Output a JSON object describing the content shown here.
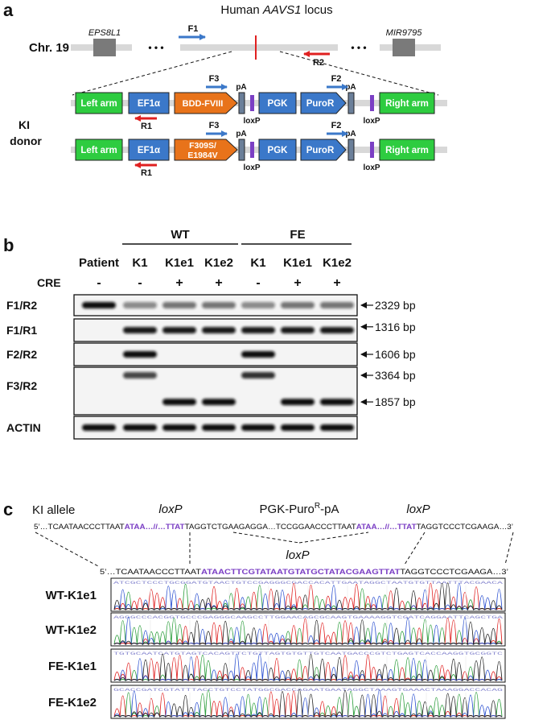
{
  "panel_a": {
    "letter": "a",
    "title_prefix": "Human ",
    "title_gene": "AAVS1",
    "title_suffix": " locus",
    "chr_label": "Chr. 19",
    "gene_left": "EPS8L1",
    "gene_right": "MIR9795",
    "ellipsis": "• • •",
    "primer_f1": "F1",
    "primer_r2": "R2",
    "donor_label": "KI donor",
    "donor1": {
      "left_arm": "Left arm",
      "ef1a": "EF1α",
      "insert_line1": "BDD-FVIII",
      "insert_line2": "",
      "pa1": "pA",
      "loxp1": "loxP",
      "pgk": "PGK",
      "puror": "PuroR",
      "pa2": "pA",
      "loxp2": "loxP",
      "right_arm": "Right arm",
      "f3": "F3",
      "f2": "F2",
      "r1": "R1"
    },
    "donor2": {
      "left_arm": "Left arm",
      "ef1a": "EF1α",
      "insert_line1": "F309S/",
      "insert_line2": "E1984V",
      "pa1": "pA",
      "loxp1": "loxP",
      "pgk": "PGK",
      "puror": "PuroR",
      "pa2": "pA",
      "loxp2": "loxP",
      "right_arm": "Right arm",
      "f3": "F3",
      "f2": "F2",
      "r1": "R1"
    }
  },
  "panel_b": {
    "letter": "b",
    "group_wt": "WT",
    "group_fe": "FE",
    "lanes": [
      "Patient",
      "K1",
      "K1e1",
      "K1e2",
      "K1",
      "K1e1",
      "K1e2"
    ],
    "cre_label": "CRE",
    "cre": [
      "-",
      "-",
      "+",
      "+",
      "-",
      "+",
      "+"
    ],
    "rows": [
      {
        "label": "F1/R2",
        "sizes": [
          "2329 bp"
        ]
      },
      {
        "label": "F1/R1",
        "sizes": [
          "1316 bp"
        ]
      },
      {
        "label": "F2/R2",
        "sizes": [
          "1606 bp"
        ]
      },
      {
        "label": "F3/R2",
        "sizes": [
          "3364 bp",
          "1857 bp"
        ]
      },
      {
        "label": "ACTIN",
        "sizes": []
      }
    ]
  },
  "panel_c": {
    "letter": "c",
    "ki_allele": "KI allele",
    "loxp": "loxP",
    "cassette_pre": "PGK-Puro",
    "cassette_sup": "R",
    "cassette_post": "-pA",
    "seq_top": [
      {
        "t": "5’…TCAATAACCCTTAAT",
        "c": "k"
      },
      {
        "t": "ATAA…//…TTAT",
        "c": "p"
      },
      {
        "t": "TAGGTCTGAAGAGGA…TCCGGAACCCTTAAT",
        "c": "k"
      },
      {
        "t": "ATAA…//…TTAT",
        "c": "p"
      },
      {
        "t": "TAGGTCCCTCGAAGA…3’",
        "c": "k"
      }
    ],
    "seq_bottom": [
      {
        "t": "5’…TCAATAACCCTTAAT",
        "c": "k"
      },
      {
        "t": "ATAACTTCGTATAATGTATGCTATACGAAGTTAT",
        "c": "p"
      },
      {
        "t": "TAGGTCCCTCGAAGA…3’",
        "c": "k"
      }
    ],
    "traces": [
      "WT-K1e1",
      "WT-K1e2",
      "FE-K1e1",
      "FE-K1e2"
    ]
  },
  "colors": {
    "arm_green": "#2ecc40",
    "promoter_blue": "#3b78c9",
    "insert_orange": "#e8731a",
    "pa_slate": "#6b7f99",
    "loxp_purple": "#7b3fc4",
    "primer_blue": "#3b78c9",
    "primer_red": "#e02020",
    "cut_red": "#e02020",
    "chromo_grey": "#d8d8d8",
    "gene_grey": "#7a7a7a"
  }
}
